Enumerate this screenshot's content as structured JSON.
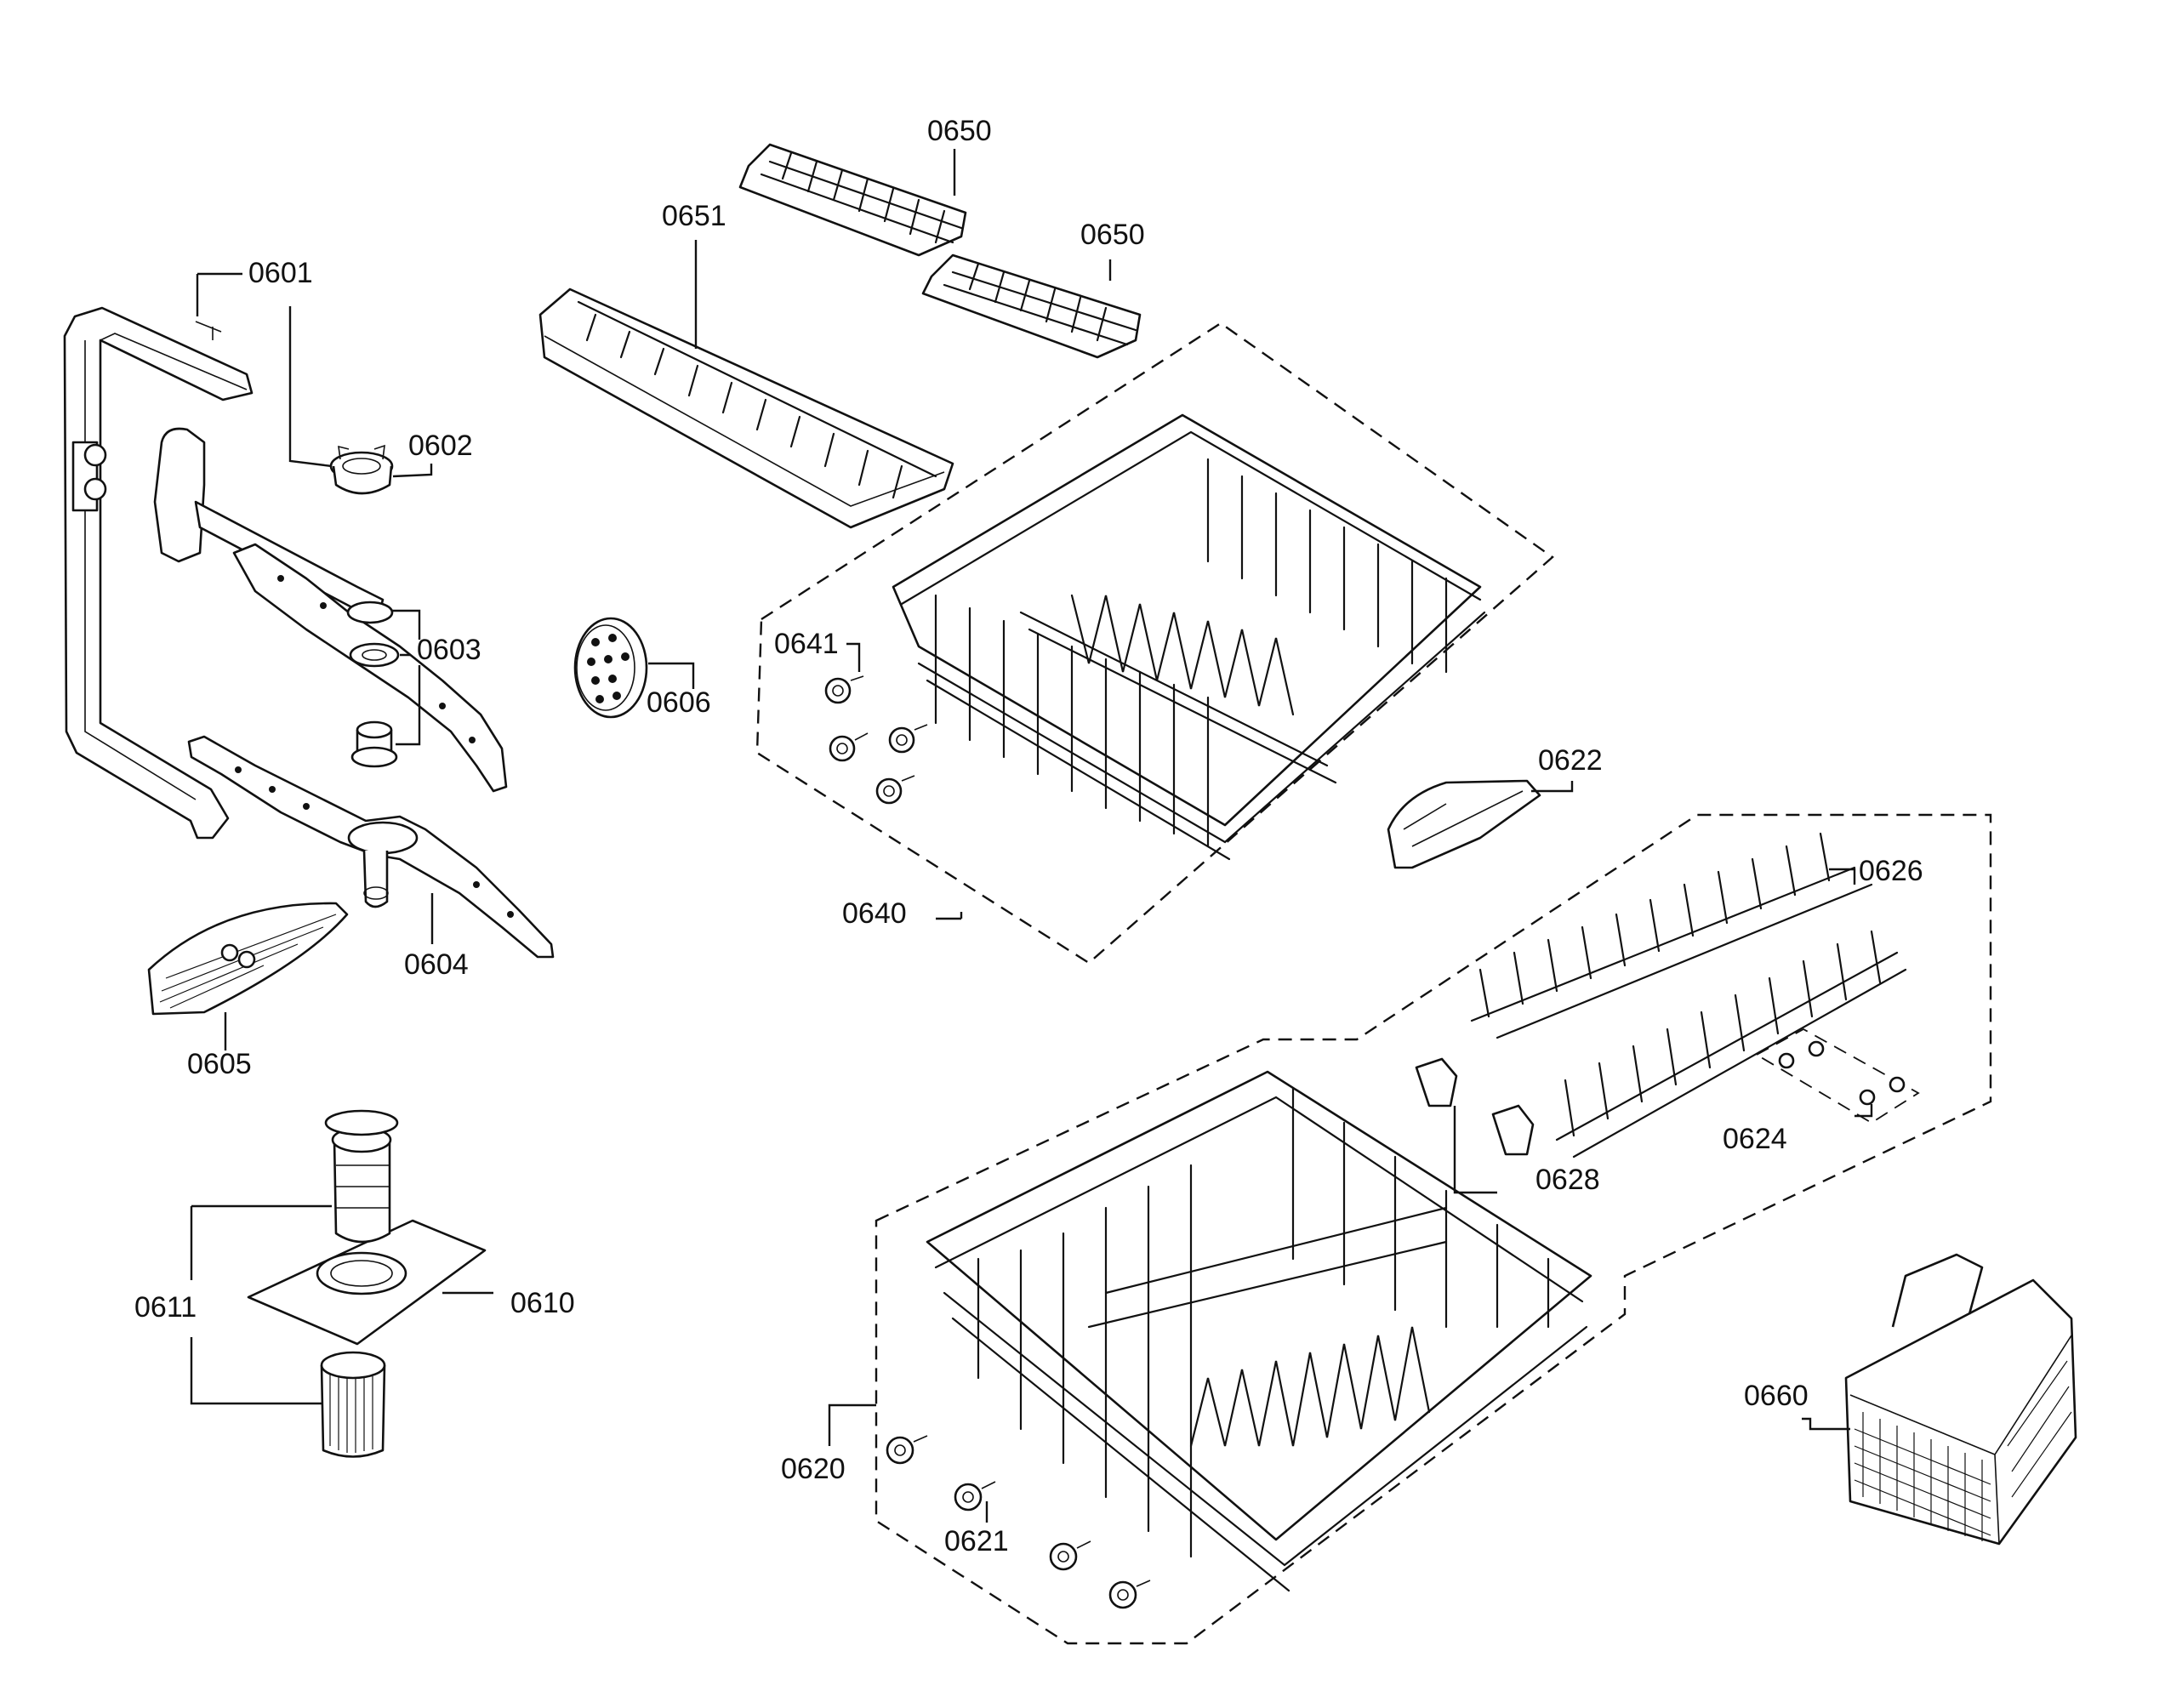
{
  "diagram": {
    "labels": [
      {
        "id": "0601",
        "text": "0601"
      },
      {
        "id": "0602",
        "text": "0602"
      },
      {
        "id": "0603",
        "text": "0603"
      },
      {
        "id": "0604",
        "text": "0604"
      },
      {
        "id": "0605",
        "text": "0605"
      },
      {
        "id": "0606",
        "text": "0606"
      },
      {
        "id": "0610",
        "text": "0610"
      },
      {
        "id": "0611",
        "text": "0611"
      },
      {
        "id": "0620",
        "text": "0620"
      },
      {
        "id": "0621",
        "text": "0621"
      },
      {
        "id": "0622",
        "text": "0622"
      },
      {
        "id": "0624",
        "text": "0624"
      },
      {
        "id": "0626",
        "text": "0626"
      },
      {
        "id": "0628",
        "text": "0628"
      },
      {
        "id": "0640",
        "text": "0640"
      },
      {
        "id": "0641",
        "text": "0641"
      },
      {
        "id": "0650a",
        "text": "0650"
      },
      {
        "id": "0650b",
        "text": "0650"
      },
      {
        "id": "0651",
        "text": "0651"
      },
      {
        "id": "0660",
        "text": "0660"
      }
    ]
  }
}
